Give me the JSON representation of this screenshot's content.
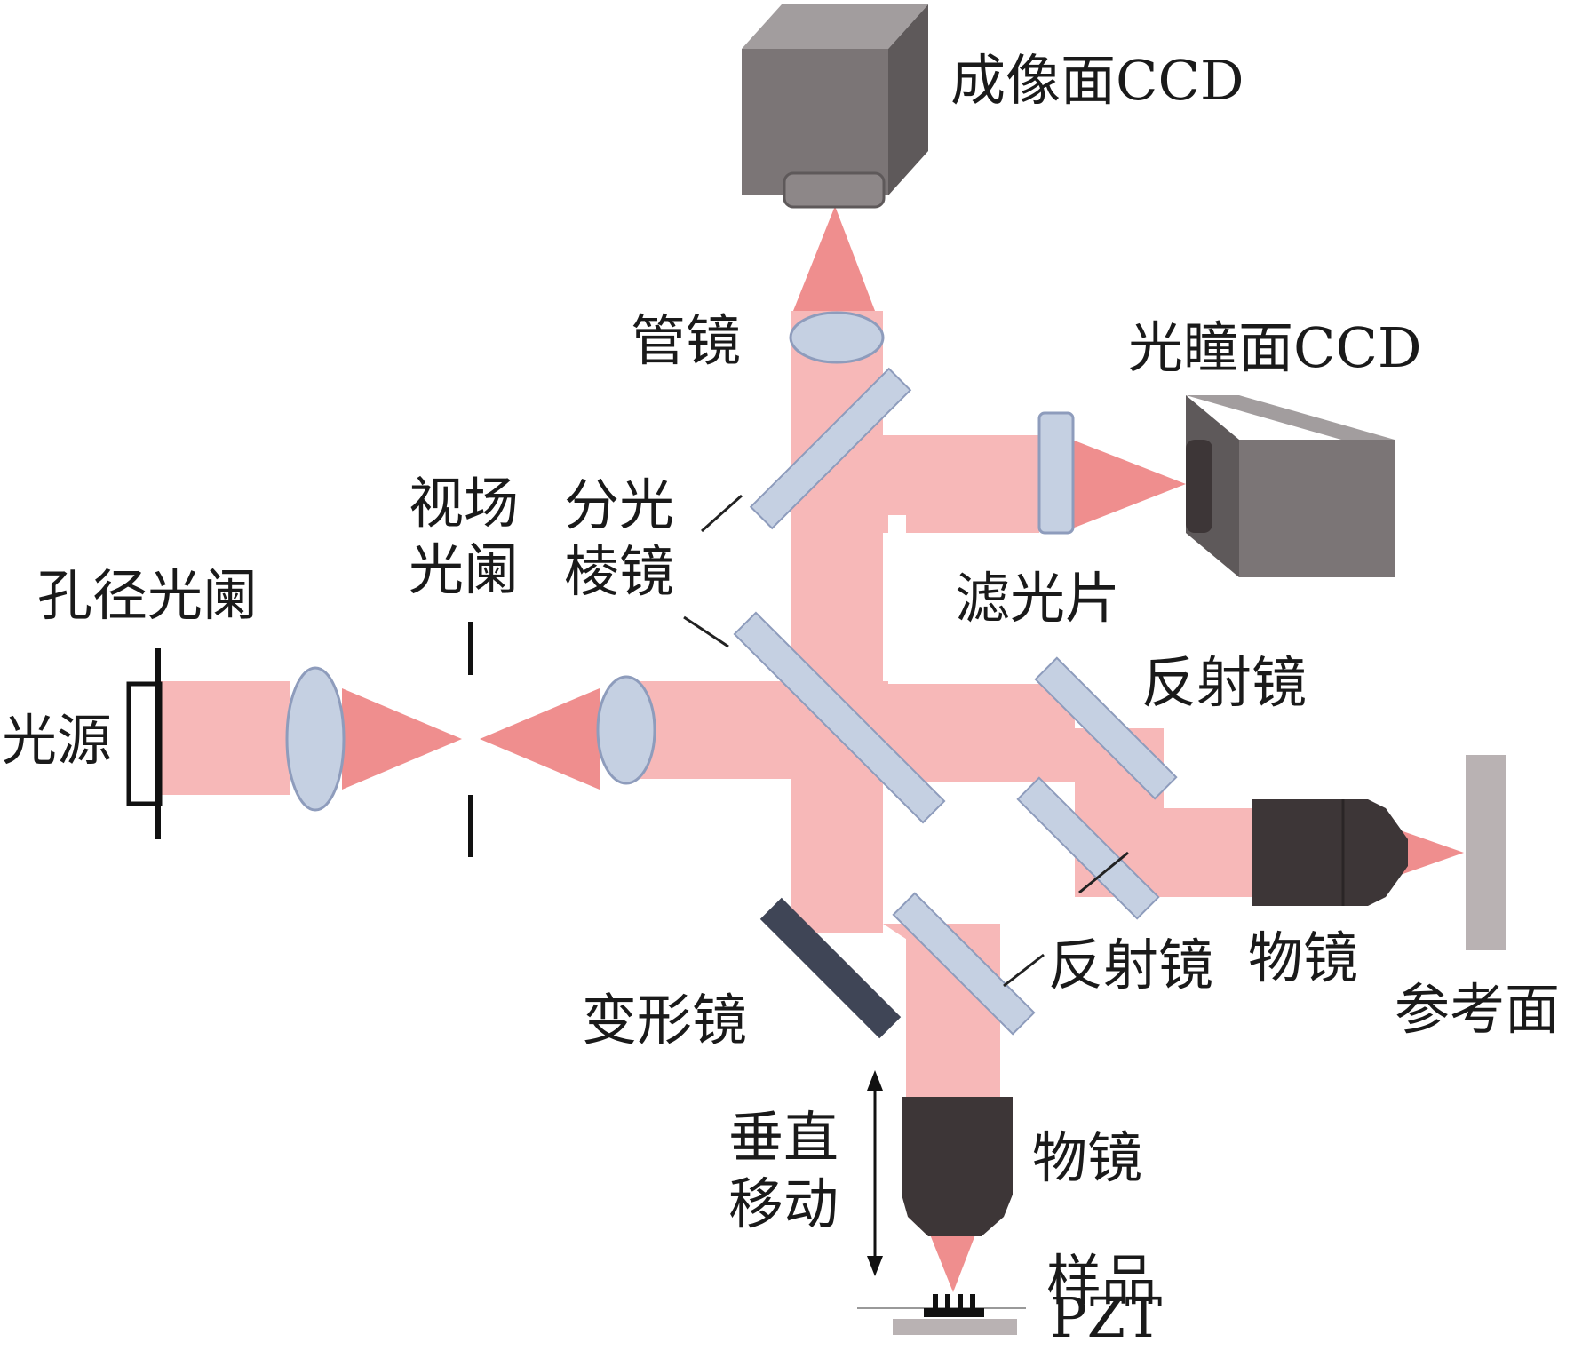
{
  "labels": {
    "imaging_ccd": "成像面CCD",
    "pupil_ccd": "光瞳面CCD",
    "tube_lens": "管镜",
    "field_stop_line1": "视场",
    "field_stop_line2": "光阑",
    "beam_splitter_line1": "分光",
    "beam_splitter_line2": "棱镜",
    "aperture_stop": "孔径光阑",
    "light_source": "光源",
    "filter": "滤光片",
    "reflector_upper": "反射镜",
    "reflector_lower": "反射镜",
    "objective_right": "物镜",
    "reference_surface": "参考面",
    "deformable_mirror": "变形镜",
    "vertical_move_line1": "垂直",
    "vertical_move_line2": "移动",
    "objective_bottom": "物镜",
    "sample": "样品",
    "pzt": "PZT"
  },
  "colors": {
    "beam": "#f7b8b8",
    "beam_cone": "#ef8e8e",
    "lens": "#c5d0e2",
    "lens_edge": "#8e9cbc",
    "camera_front": "#7b7576",
    "camera_top": "#a29d9e",
    "camera_side": "#5e595a",
    "objective": "#3d3637",
    "reference": "#b9b2b3",
    "deformable_mirror": "#3f4556",
    "text": "#1a1a1a"
  }
}
